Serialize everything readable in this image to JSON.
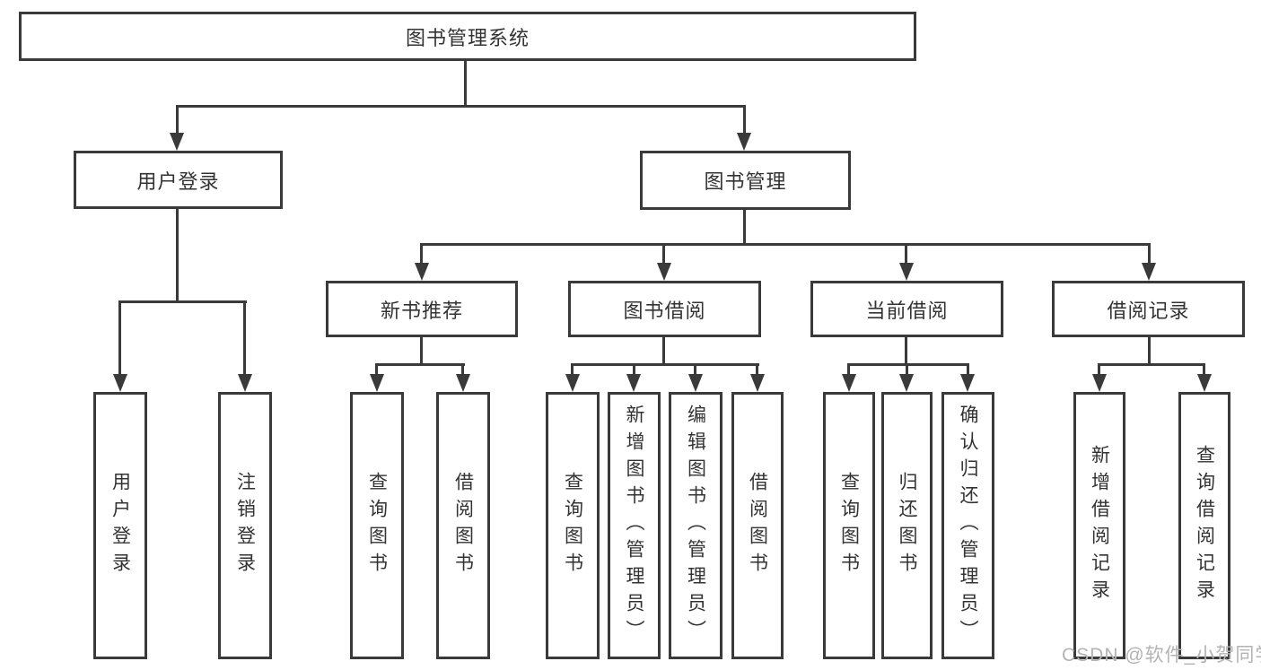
{
  "diagram": {
    "root": {
      "label": "图书管理系统"
    },
    "level2": [
      {
        "label": "用户登录"
      },
      {
        "label": "图书管理"
      }
    ],
    "level3": [
      {
        "label": "新书推荐"
      },
      {
        "label": "图书借阅"
      },
      {
        "label": "当前借阅"
      },
      {
        "label": "借阅记录"
      }
    ],
    "leaves": {
      "user_login": [
        "用户登录",
        "注销登录"
      ],
      "new_book": [
        "查询图书",
        "借阅图书"
      ],
      "book_borrow": [
        "查询图书",
        "新增图书（管理员）",
        "编辑图书（管理员）",
        "借阅图书"
      ],
      "current_borrow": [
        "查询图书",
        "归还图书",
        "确认归还（管理员）"
      ],
      "borrow_record": [
        "新增借阅记录",
        "查询借阅记录"
      ]
    },
    "colors": {
      "line": "#3a3a3a",
      "text": "#333333",
      "watermark_text": "#b3b3b3",
      "background": "#ffffff"
    }
  },
  "watermark": {
    "text": "CSDN @软件_小贺同学"
  }
}
